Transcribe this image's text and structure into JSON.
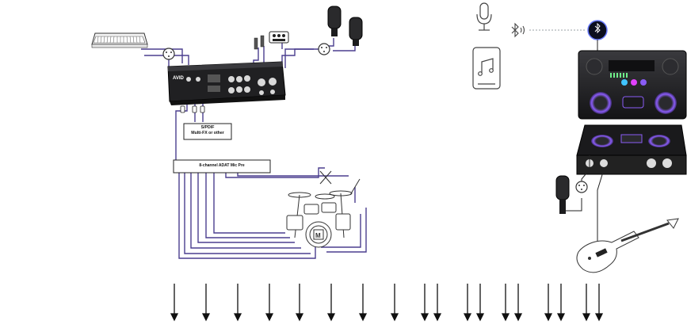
{
  "labels": {
    "spdif_line1": "S/PDIF",
    "spdif_line2": "Multi-FX or other",
    "adat_box": "8-channel ADAT Mic Pre"
  },
  "colors": {
    "cable": "#4b3f8f",
    "accent_glow": "#8a5cf6",
    "device_dark": "#1b1b1d",
    "arrow": "#111111",
    "bluetooth_link": "#9aa0a6"
  },
  "icons": {
    "microphone": "microphone-icon",
    "bluetooth": "bluetooth-icon",
    "tablet": "tablet-music-icon",
    "bluetooth_badge": "bluetooth-badge-icon"
  },
  "arrows_count": 18
}
